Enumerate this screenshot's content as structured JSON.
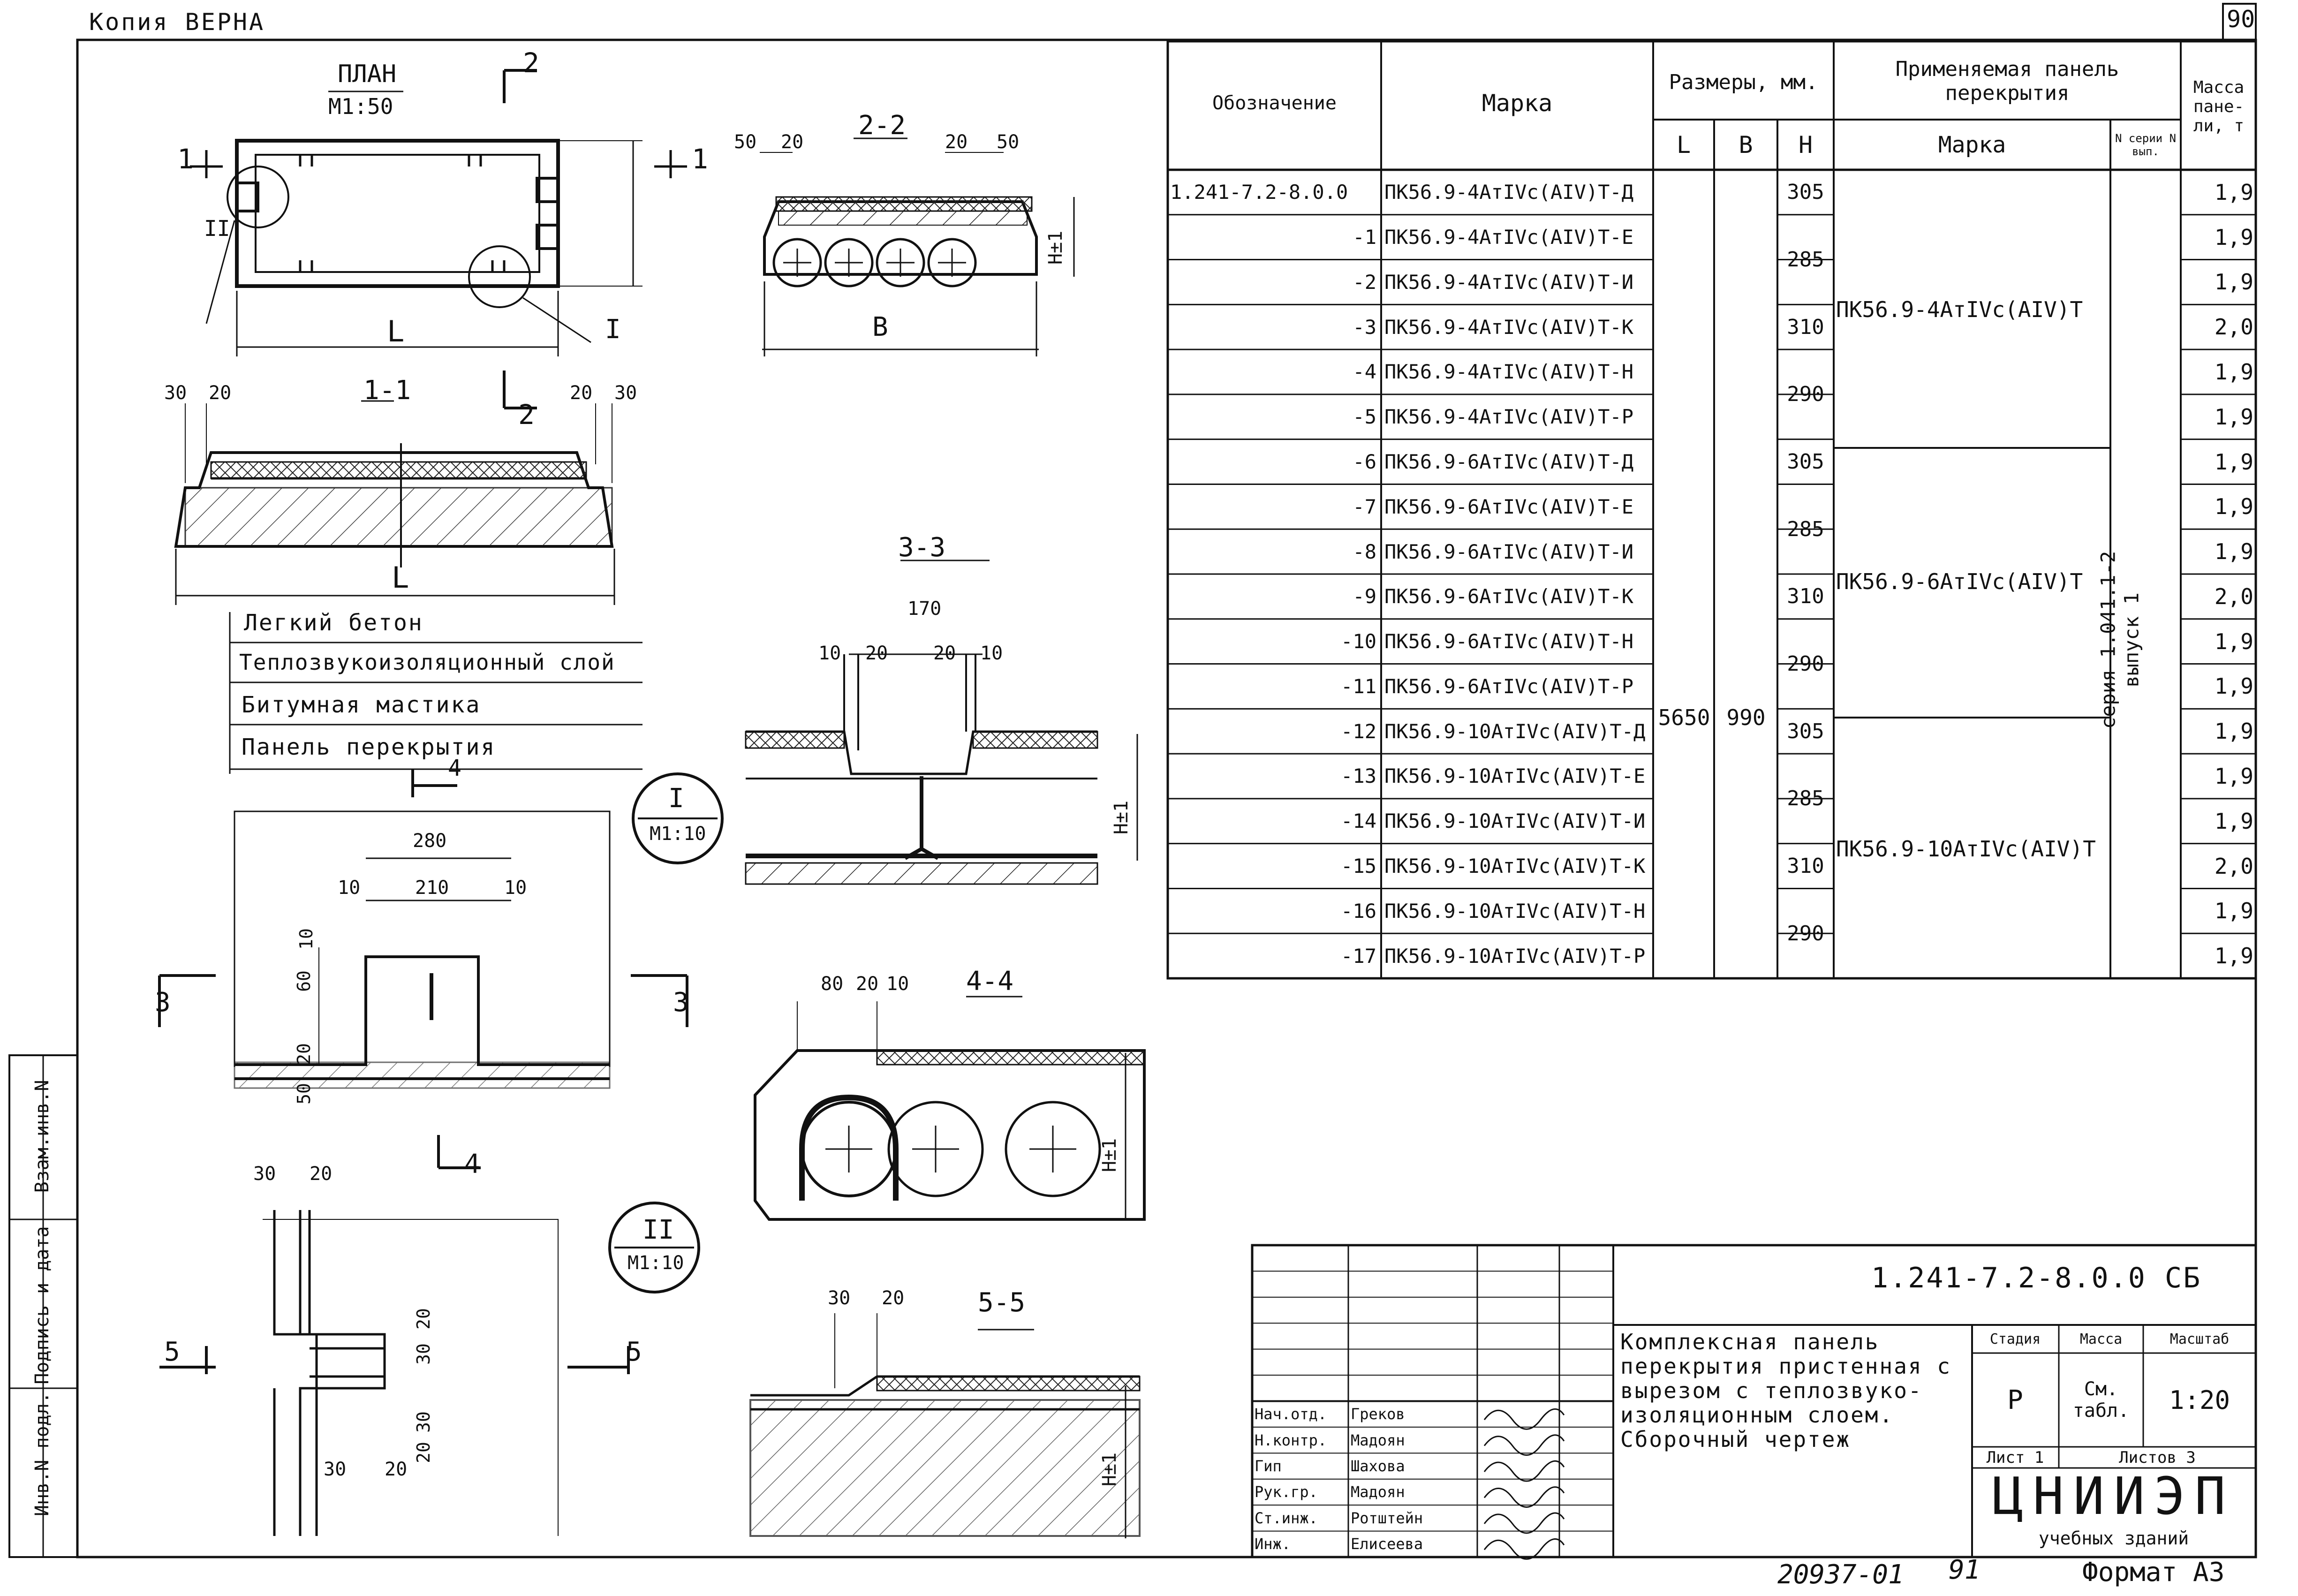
{
  "top": {
    "copy_stamp": "Копия   ВЕРНА",
    "page_number": "90"
  },
  "views": {
    "plan_title": "ПЛАН",
    "plan_scale": "М1:50",
    "section_1_1": "1-1",
    "section_2_2": "2-2",
    "section_3_3": "3-3",
    "section_4_4": "4-4",
    "section_5_5": "5-5",
    "label_L": "L",
    "label_B": "B",
    "label_H": "H±1",
    "marker_1": "1",
    "marker_2": "2",
    "marker_3": "3",
    "marker_4": "4",
    "marker_5": "5",
    "node_I": "I",
    "node_II": "II"
  },
  "callouts": [
    {
      "label": "I",
      "scale": "М1:10"
    },
    {
      "label": "II",
      "scale": "М1:10"
    }
  ],
  "dims": {
    "d50": "50",
    "d20": "20",
    "d30": "30",
    "d170": "170",
    "d10": "10",
    "d280": "280",
    "d210": "210",
    "d60": "60",
    "d80": "80"
  },
  "legend": [
    "Легкий бетон",
    "Теплозвукоизоляционный слой",
    "Битумная мастика",
    "Панель перекрытия"
  ],
  "spec_table": {
    "headers": {
      "designation": "Обозначение",
      "mark": "Марка",
      "sizes": "Размеры, мм.",
      "L": "L",
      "B": "B",
      "H": "H",
      "applied_panel": "Применяемая панель перекрытия",
      "applied_mark": "Марка",
      "series": "N серии N вып.",
      "mass": "Масса пане-ли, т"
    },
    "rows": [
      {
        "designation": "1.241-7.2-8.0.0",
        "mark": "ПК56.9-4АтIVс(АIV)Т-Д",
        "mass": "1,9"
      },
      {
        "designation": "-1",
        "mark": "ПК56.9-4АтIVс(АIV)Т-Е",
        "mass": "1,9"
      },
      {
        "designation": "-2",
        "mark": "ПК56.9-4АтIVс(АIV)Т-И",
        "mass": "1,9"
      },
      {
        "designation": "-3",
        "mark": "ПК56.9-4АтIVс(АIV)Т-К",
        "mass": "2,0"
      },
      {
        "designation": "-4",
        "mark": "ПК56.9-4АтIVс(АIV)Т-Н",
        "mass": "1,9"
      },
      {
        "designation": "-5",
        "mark": "ПК56.9-4АтIVс(АIV)Т-Р",
        "mass": "1,9"
      },
      {
        "designation": "-6",
        "mark": "ПК56.9-6АтIVс(АIV)Т-Д",
        "mass": "1,9"
      },
      {
        "designation": "-7",
        "mark": "ПК56.9-6АтIVс(АIV)Т-Е",
        "mass": "1,9"
      },
      {
        "designation": "-8",
        "mark": "ПК56.9-6АтIVс(АIV)Т-И",
        "mass": "1,9"
      },
      {
        "designation": "-9",
        "mark": "ПК56.9-6АтIVс(АIV)Т-К",
        "mass": "2,0"
      },
      {
        "designation": "-10",
        "mark": "ПК56.9-6АтIVс(АIV)Т-Н",
        "mass": "1,9"
      },
      {
        "designation": "-11",
        "mark": "ПК56.9-6АтIVс(АIV)Т-Р",
        "mass": "1,9"
      },
      {
        "designation": "-12",
        "mark": "ПК56.9-10АтIVс(АIV)Т-Д",
        "mass": "1,9"
      },
      {
        "designation": "-13",
        "mark": "ПК56.9-10АтIVс(АIV)Т-Е",
        "mass": "1,9"
      },
      {
        "designation": "-14",
        "mark": "ПК56.9-10АтIVс(АIV)Т-И",
        "mass": "1,9"
      },
      {
        "designation": "-15",
        "mark": "ПК56.9-10АтIVс(АIV)Т-К",
        "mass": "2,0"
      },
      {
        "designation": "-16",
        "mark": "ПК56.9-10АтIVс(АIV)Т-Н",
        "mass": "1,9"
      },
      {
        "designation": "-17",
        "mark": "ПК56.9-10АтIVс(АIV)Т-Р",
        "mass": "1,9"
      }
    ],
    "L_value": "5650",
    "B_value": "990",
    "H_groups": [
      "305",
      "285",
      "310",
      "290",
      "305",
      "285",
      "310",
      "290",
      "305",
      "285",
      "310",
      "290"
    ],
    "applied_marks": [
      "ПК56.9-4АтIVс(АIV)Т",
      "ПК56.9-6АтIVс(АIV)Т",
      "ПК56.9-10АтIVс(АIV)Т"
    ],
    "series_line1": "серия 1.041.1-2",
    "series_line2": "выпуск 1"
  },
  "title_block": {
    "code": "1.241-7.2-8.0.0 СБ",
    "title": "Комплексная панель перекрытия пристенная с вырезом с теплозвуко-изоляционным слоем. Сборочный чертеж",
    "stage_label": "Стадия",
    "mass_label": "Масса",
    "scale_label": "Масштаб",
    "stage": "Р",
    "mass": "См. табл.",
    "scale": "1:20",
    "sheet": "Лист 1",
    "sheets": "Листов 3",
    "org": "ЦНИИЭП",
    "org_sub": "учебных зданий",
    "people": [
      {
        "role": "Нач.отд.",
        "name": "Греков"
      },
      {
        "role": "Н.контр.",
        "name": "Мадоян"
      },
      {
        "role": "Гип",
        "name": "Шахова"
      },
      {
        "role": "Рук.гр.",
        "name": "Мадоян"
      },
      {
        "role": "Ст.инж.",
        "name": "Ротштейн"
      },
      {
        "role": "Инж.",
        "name": "Елисеева"
      }
    ]
  },
  "left_strip": [
    "Инв.N подл.",
    "Подпись и дата",
    "Взам.инв.N"
  ],
  "footer": {
    "doc_number": "20937-01",
    "sheet_index": "91",
    "format": "Формат А3"
  }
}
